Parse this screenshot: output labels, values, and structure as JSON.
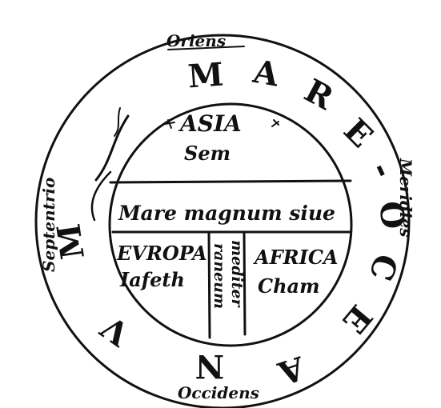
{
  "map": {
    "directions": {
      "east": "Oriens",
      "west": "Occidens",
      "north": "Septentrio",
      "south": "Meridies"
    },
    "ocean_letters": [
      "M",
      "A",
      "R",
      "E",
      "-",
      "O",
      "C",
      "E",
      "A",
      "N",
      "V",
      "M"
    ],
    "asia": {
      "name": "ASIA",
      "son": "Sem"
    },
    "europa": {
      "name": "EVROPA",
      "son": "Iafeth"
    },
    "africa": {
      "name": "AFRICA",
      "son": "Cham"
    },
    "sea_horizontal": "Mare magnum siue",
    "sea_vertical_1": "mediter",
    "sea_vertical_2": "raneum",
    "colors": {
      "ink": "#111111",
      "paper": "#ffffff"
    }
  }
}
